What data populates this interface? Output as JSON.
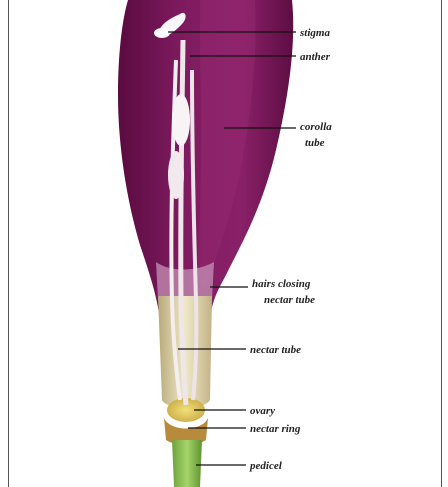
{
  "labels": {
    "stigma": "stigma",
    "anther": "anther",
    "corolla_line1": "corolla",
    "corolla_line2": "tube",
    "hairs_line1": "hairs closing",
    "hairs_line2": "nectar tube",
    "nectar_tube": "nectar tube",
    "ovary": "ovary",
    "nectar_ring": "nectar ring",
    "pedicel": "pedicel"
  },
  "colors": {
    "corolla": "#7a1559",
    "corolla_dark": "#5a0b40",
    "stamen": "#efe6ea",
    "nectar_tube": "#e7ddb0",
    "pedicel": "#8cbd4e",
    "leader": "#111111"
  }
}
